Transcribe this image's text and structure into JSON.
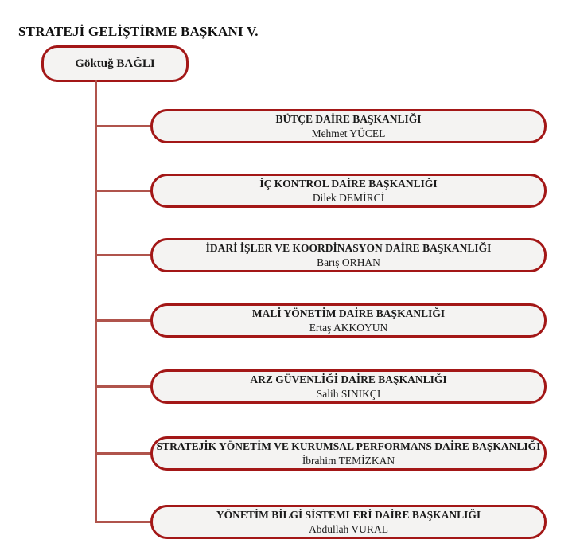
{
  "page": {
    "title": "STRATEJİ GELİŞTİRME BAŞKANI V."
  },
  "manager": {
    "name": "Göktuğ BAĞLI"
  },
  "departments": [
    {
      "title": "BÜTÇE DAİRE BAŞKANLIĞI",
      "head": "Mehmet YÜCEL"
    },
    {
      "title": "İÇ KONTROL DAİRE BAŞKANLIĞI",
      "head": "Dilek DEMİRCİ"
    },
    {
      "title": "İDARİ İŞLER VE KOORDİNASYON DAİRE BAŞKANLIĞI",
      "head": "Barış ORHAN"
    },
    {
      "title": "MALİ YÖNETİM DAİRE BAŞKANLIĞI",
      "head": "Ertaş AKKOYUN"
    },
    {
      "title": "ARZ GÜVENLİĞİ DAİRE BAŞKANLIĞI",
      "head": "Salih SINIKÇI"
    },
    {
      "title": "STRATEJİK YÖNETİM VE KURUMSAL PERFORMANS DAİRE BAŞKANLIĞI",
      "head": "İbrahim TEMİZKAN"
    },
    {
      "title": "YÖNETİM BİLGİ SİSTEMLERİ DAİRE BAŞKANLIĞI",
      "head": "Abdullah VURAL"
    }
  ],
  "colors": {
    "box-border": "#a31717",
    "box-fill": "#f4f3f2",
    "connector": "#b0544c",
    "text": "#1a1a1a"
  }
}
